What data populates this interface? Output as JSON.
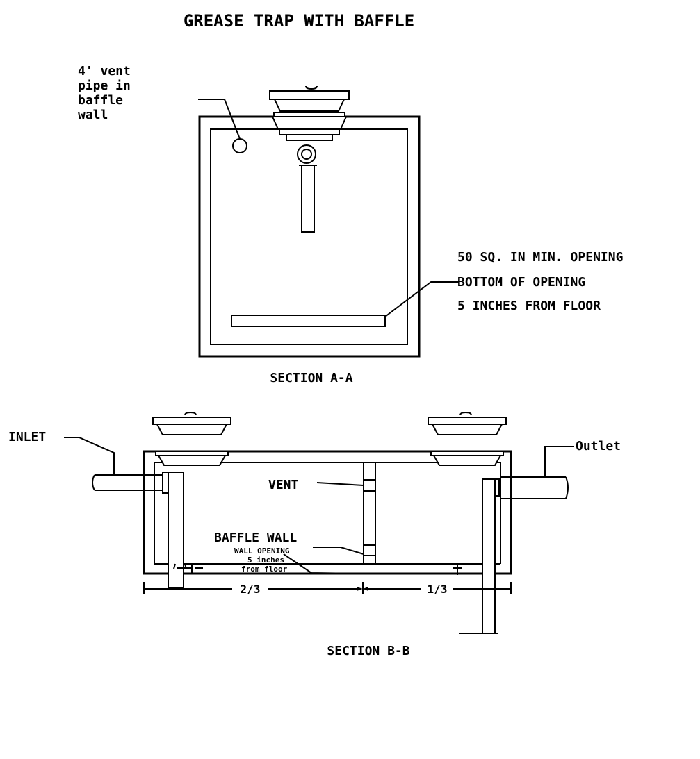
{
  "title": "GREASE TRAP WITH BAFFLE",
  "section_a": {
    "caption": "SECTION A-A",
    "vent_note": [
      "4' vent",
      "pipe in",
      "baffle",
      "wall"
    ],
    "opening_note": [
      "50 SQ. IN MIN. OPENING",
      "BOTTOM OF OPENING",
      "5 INCHES FROM FLOOR"
    ]
  },
  "section_b": {
    "caption": "SECTION B-B",
    "inlet_label": "INLET",
    "outlet_label": "Outlet",
    "vent_label": "VENT",
    "baffle_label": "BAFFLE WALL",
    "wall_opening_note": [
      "WALL OPENING",
      "5 inches",
      "from floor"
    ],
    "dim_left": "2/3",
    "dim_right": "1/3"
  }
}
